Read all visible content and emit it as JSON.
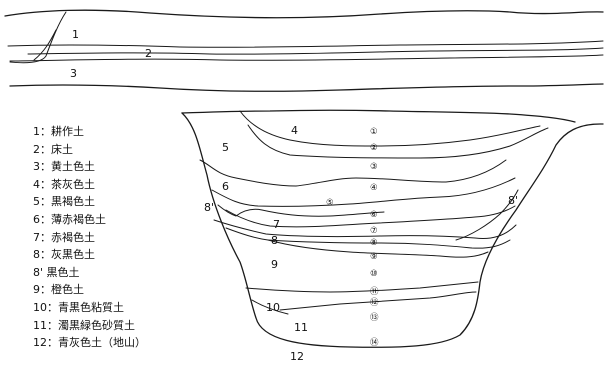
{
  "layers": [
    {
      "id": "l1",
      "label": "1"
    },
    {
      "id": "l2",
      "label": "2"
    },
    {
      "id": "l3",
      "label": "3"
    },
    {
      "id": "l4",
      "label": "4"
    },
    {
      "id": "l5",
      "label": "5"
    },
    {
      "id": "l6",
      "label": "6"
    },
    {
      "id": "l7",
      "label": "7"
    },
    {
      "id": "l8",
      "label": "8"
    },
    {
      "id": "l8a",
      "label": "8'"
    },
    {
      "id": "l8b",
      "label": "8'"
    },
    {
      "id": "l9",
      "label": "9"
    },
    {
      "id": "l10",
      "label": "10"
    },
    {
      "id": "l11",
      "label": "11"
    },
    {
      "id": "l12",
      "label": "12"
    }
  ],
  "sample_points": [
    {
      "id": "s1",
      "label": "①"
    },
    {
      "id": "s2",
      "label": "②"
    },
    {
      "id": "s3",
      "label": "③"
    },
    {
      "id": "s4",
      "label": "④"
    },
    {
      "id": "s5",
      "label": "⑤"
    },
    {
      "id": "s6",
      "label": "⑥"
    },
    {
      "id": "s7",
      "label": "⑦"
    },
    {
      "id": "s8",
      "label": "⑧"
    },
    {
      "id": "s9",
      "label": "⑨"
    },
    {
      "id": "s10",
      "label": "⑩"
    },
    {
      "id": "s11",
      "label": "⑪"
    },
    {
      "id": "s12",
      "label": "⑫"
    },
    {
      "id": "s13",
      "label": "⑬"
    },
    {
      "id": "s14",
      "label": "⑭"
    }
  ],
  "legend": [
    "1：耕作土",
    "2：床土",
    "3：黄土色土",
    "4：茶灰色土",
    "5：黒褐色土",
    "6：薄赤褐色土",
    "7：赤褐色土",
    "8：灰黒色土",
    "8' 黒色土",
    "9：橙色土",
    "10：青黒色粘質土",
    "11：濁黒緑色砂質土",
    "12：青灰色土（地山）"
  ]
}
